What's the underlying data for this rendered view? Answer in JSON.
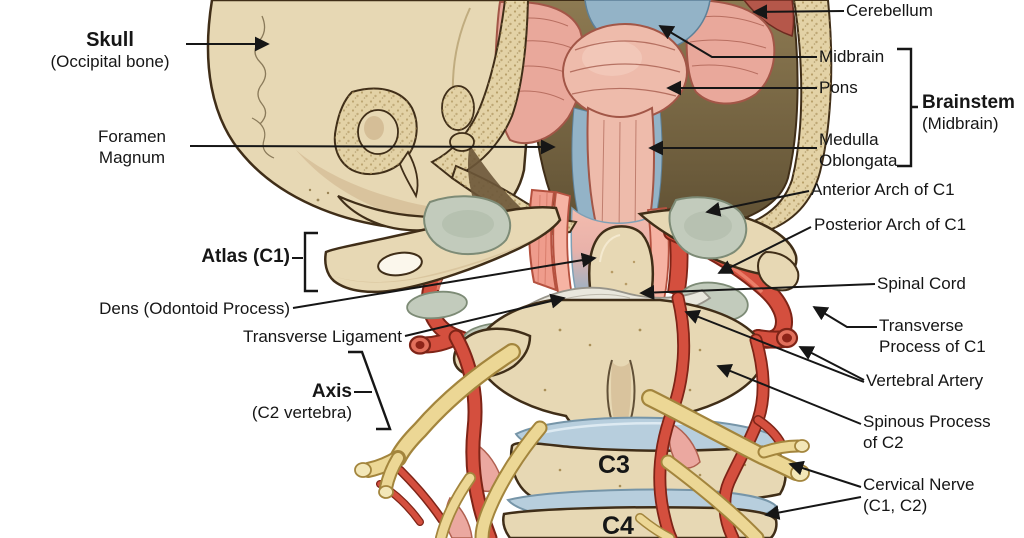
{
  "labels": {
    "skull": {
      "title": "Skull",
      "subtitle": "(Occipital bone)"
    },
    "foramen_magnum": {
      "line1": "Foramen",
      "line2": "Magnum"
    },
    "atlas": {
      "title": "Atlas (C1)"
    },
    "dens": {
      "text": "Dens (Odontoid Process)"
    },
    "transverse_ligament": {
      "text": "Transverse Ligament"
    },
    "axis": {
      "title": "Axis",
      "subtitle": "(C2 vertebra)"
    },
    "cerebellum": {
      "text": "Cerebellum"
    },
    "midbrain": {
      "text": "Midbrain"
    },
    "pons": {
      "text": "Pons"
    },
    "brainstem": {
      "title": "Brainstem",
      "subtitle": "(Midbrain)"
    },
    "medulla_oblongata": {
      "line1": "Medulla",
      "line2": "Oblongata"
    },
    "anterior_arch_c1": {
      "text": "Anterior Arch of C1"
    },
    "posterior_arch_c1": {
      "text": "Posterior Arch of C1"
    },
    "spinal_cord": {
      "text": "Spinal Cord"
    },
    "transverse_process_c1": {
      "line1": "Transverse",
      "line2": "Process of C1"
    },
    "vertebral_artery": {
      "text": "Vertebral Artery"
    },
    "spinous_process_c2": {
      "line1": "Spinous Process",
      "line2": "of C2"
    },
    "cervical_nerve": {
      "line1": "Cervical Nerve",
      "line2": "(C1, C2)"
    },
    "c3": {
      "text": "C3"
    },
    "c4": {
      "text": "C4"
    }
  },
  "colors": {
    "ink": "#161616",
    "outline": "#402e18",
    "bone": "#e7d8b4",
    "boneShade": "#cdb38a",
    "marrow": "#e3d2a6",
    "suture": "#8a7a5a",
    "cavity": "#7e6c49",
    "shadow": "#6b5638",
    "cerebellum": "#e9a89b",
    "pons": "#eebbab",
    "brainLine": "#a25647",
    "mblue": "#93b3c7",
    "blueLine": "#5d8098",
    "salmon": "#ef9c8c",
    "salmonDark": "#b5513f",
    "artery": "#d44f3e",
    "arteryDark": "#7e2417",
    "arteryLumen": "#8e2418",
    "nerve": "#ecd795",
    "nerveDark": "#a3853d",
    "nerveCut": "#f3e7b8",
    "cartilage": "#c2cbbc",
    "cartilageLine": "#7d8b76",
    "disc": "#b7cedd",
    "discLine": "#7695a8",
    "ligament": "#e9e7dd",
    "ligamentLine": "#97948a"
  }
}
